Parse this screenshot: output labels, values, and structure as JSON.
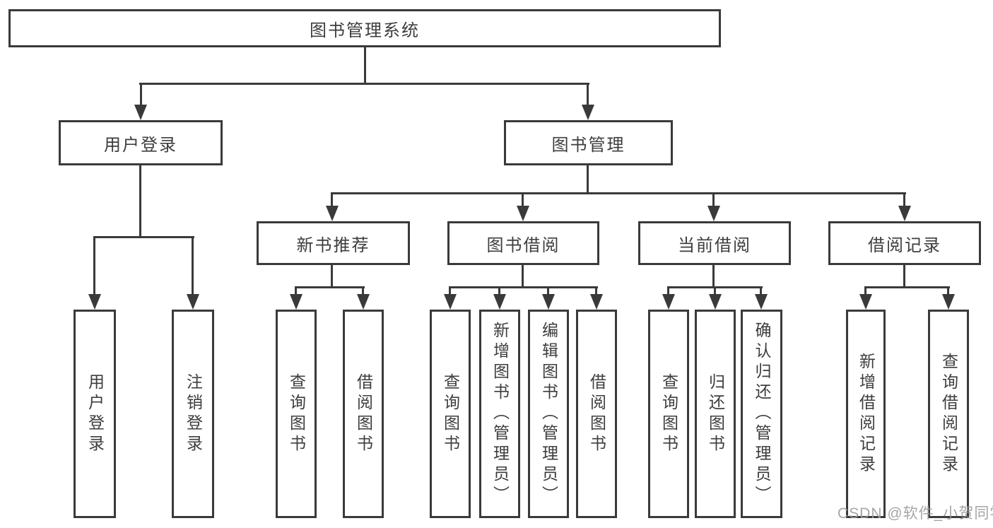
{
  "diagram": {
    "root": {
      "label": "图书管理系统"
    },
    "level2": [
      {
        "label": "用户登录"
      },
      {
        "label": "图书管理"
      }
    ],
    "level3": [
      {
        "label": "新书推荐"
      },
      {
        "label": "图书借阅"
      },
      {
        "label": "当前借阅"
      },
      {
        "label": "借阅记录"
      }
    ],
    "leaves": {
      "user_login": [
        "用户登录",
        "注销登录"
      ],
      "new_book": [
        "查询图书",
        "借阅图书"
      ],
      "book_borrow": [
        "查询图书",
        "新增图书（管理员）",
        "编辑图书（管理员）",
        "借阅图书"
      ],
      "current_borrow": [
        "查询图书",
        "归还图书",
        "确认归还（管理员）"
      ],
      "borrow_record": [
        "新增借阅记录",
        "查询借阅记录"
      ]
    }
  },
  "watermark": {
    "text": "CSDN @软件_小贺同学"
  },
  "colors": {
    "line": "#3a3a3a",
    "text": "#3d3d3d",
    "watermark": "#9c9c9c",
    "background": "#ffffff"
  }
}
